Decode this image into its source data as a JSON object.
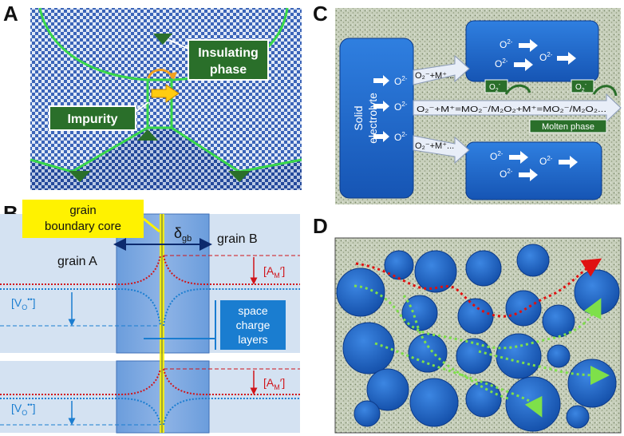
{
  "panels": {
    "a": {
      "letter": "A",
      "insulating_line1": "Insulating",
      "insulating_line2": "phase",
      "impurity": "Impurity"
    },
    "b": {
      "letter": "B",
      "gb_core_line1": "grain",
      "gb_core_line2": "boundary core",
      "delta": "δ",
      "delta_sub": "gb",
      "grain_a": "grain A",
      "grain_b": "grain B",
      "am_label": "[A",
      "am_sub": "M",
      "am_sup": "′",
      "am_close": "]",
      "vo_label": "[V",
      "vo_sub": "O",
      "vo_sup": "••",
      "vo_close": "]",
      "space_line1": "space",
      "space_line2": "charge",
      "space_line3": "layers"
    },
    "c": {
      "letter": "C",
      "solid_line1": "Solid",
      "solid_line2": "electrolyte",
      "ion": "O",
      "ion_sup": "2-",
      "o2_label": "O",
      "o2_sub": "2",
      "o2_sup": "-",
      "reaction_top": "O₂⁻+M⁺...",
      "reaction_mid": "O₂⁻+M⁺=MO₂⁻/M₂O₂+M⁺=MO₂⁻/M₂O₂...",
      "reaction_bot": "O₂⁻+M⁺...",
      "molten": "Molten phase"
    },
    "d": {
      "letter": "D"
    }
  },
  "colors": {
    "grain_blue": "#1f63c4",
    "boundary_green": "#38d64a",
    "label_green": "#2a6f2a",
    "path_red": "#e01010",
    "path_green": "#7ee04a",
    "core_yellow": "#fff200",
    "am_red": "#d0141a",
    "vo_blue": "#1a7dd0"
  },
  "icons": [
    "rotate-arrow-icon",
    "right-arrow-icon",
    "triangle-marker-icon"
  ]
}
